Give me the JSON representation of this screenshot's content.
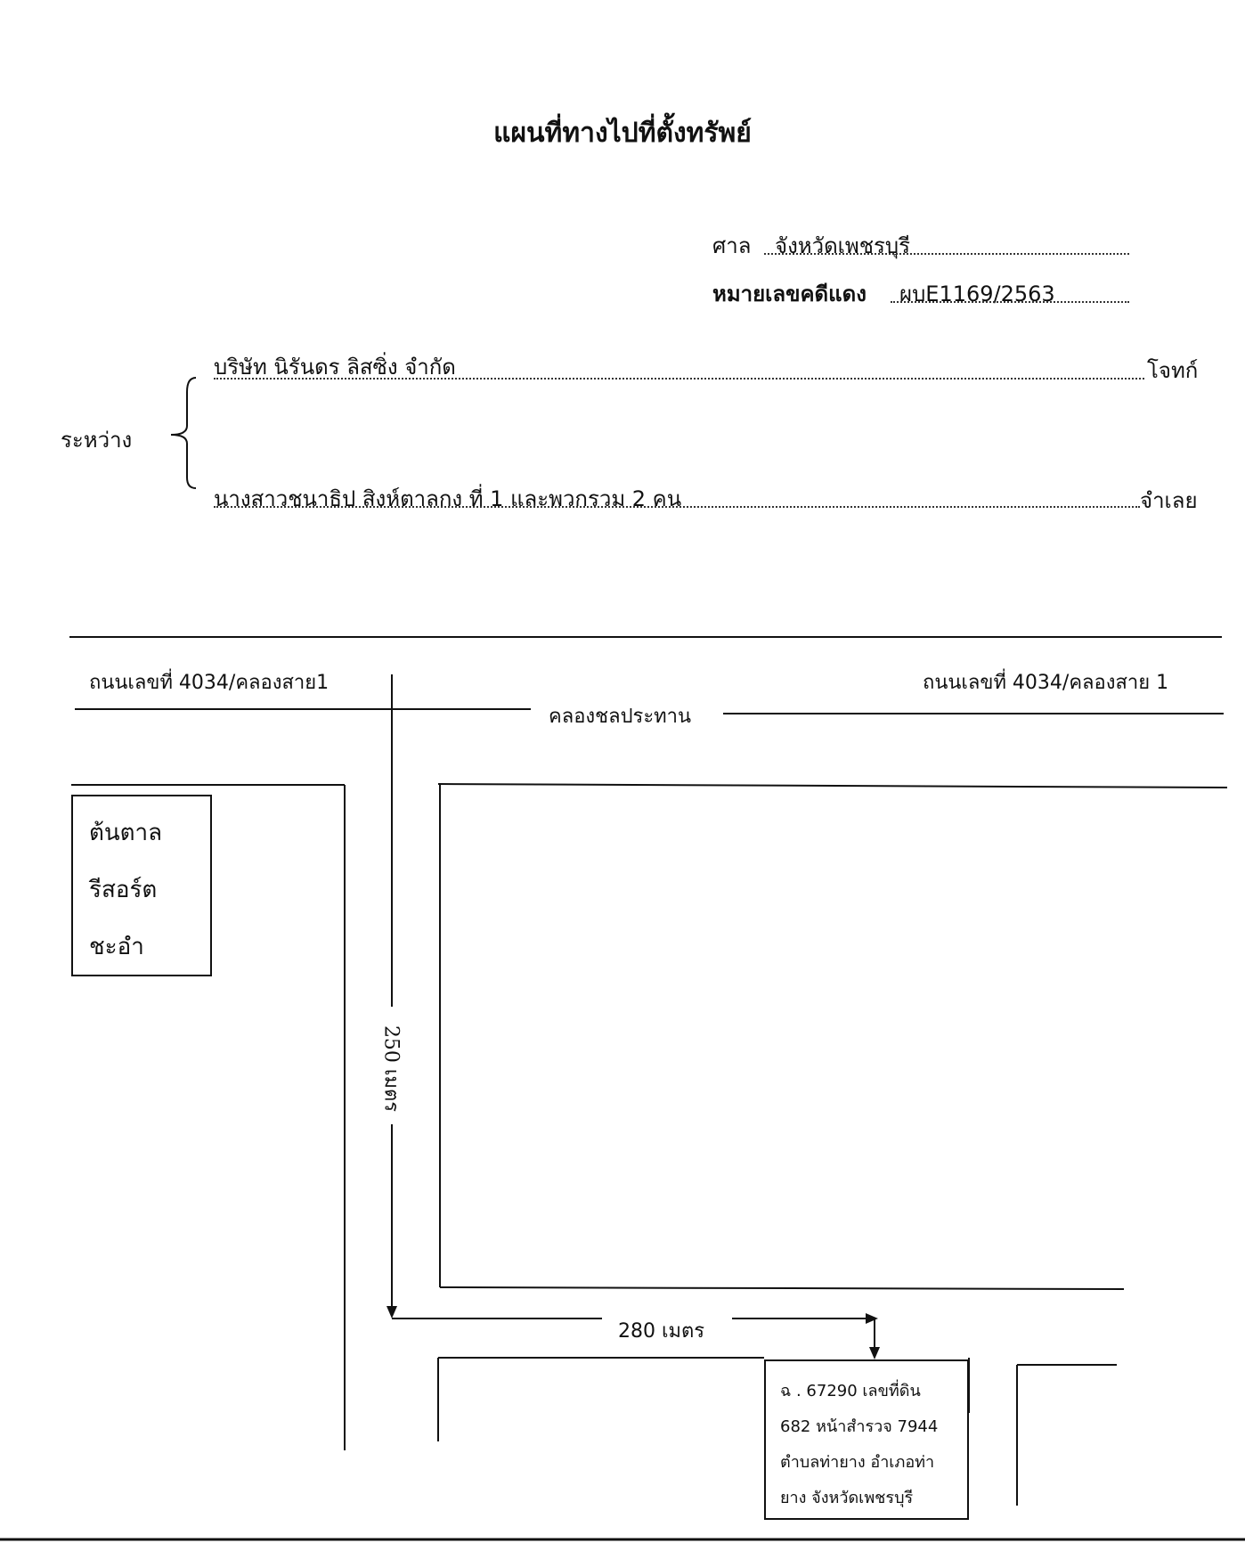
{
  "document": {
    "title": "แผนที่ทางไปที่ตั้งทรัพย์",
    "court_label": "ศาล",
    "court_value": "จังหวัดเพชรบุรี",
    "case_label": "หมายเลขคดีแดง",
    "case_value": "ผบE1169/2563",
    "between_label": "ระหว่าง",
    "plaintiff_name": "บริษัท นิรันดร ลิสซิ่ง จำกัด",
    "plaintiff_role": "โจทก์",
    "defendant_name": "นางสาวชนาธิป สิงห์ตาลกง ที่ 1 และพวกรวม 2 คน",
    "defendant_role": "จำเลย"
  },
  "map": {
    "road_left_label": "ถนนเลขที่ 4034/คลองสาย1",
    "road_right_label": "ถนนเลขที่ 4034/คลองสาย 1",
    "canal_label": "คลองชลประทาน",
    "landmark_lines": [
      "ต้นตาล",
      "รีสอร์ต",
      "ชะอำ"
    ],
    "distance_vertical": "250 เมตร",
    "distance_horizontal": "280 เมตร",
    "property_lines": [
      "ฉ . 67290 เลขที่ดิน",
      "682 หน้าสำรวจ 7944",
      "ตำบลท่ายาง  อำเภอท่า",
      "ยาง  จังหวัดเพชรบุรี"
    ]
  }
}
